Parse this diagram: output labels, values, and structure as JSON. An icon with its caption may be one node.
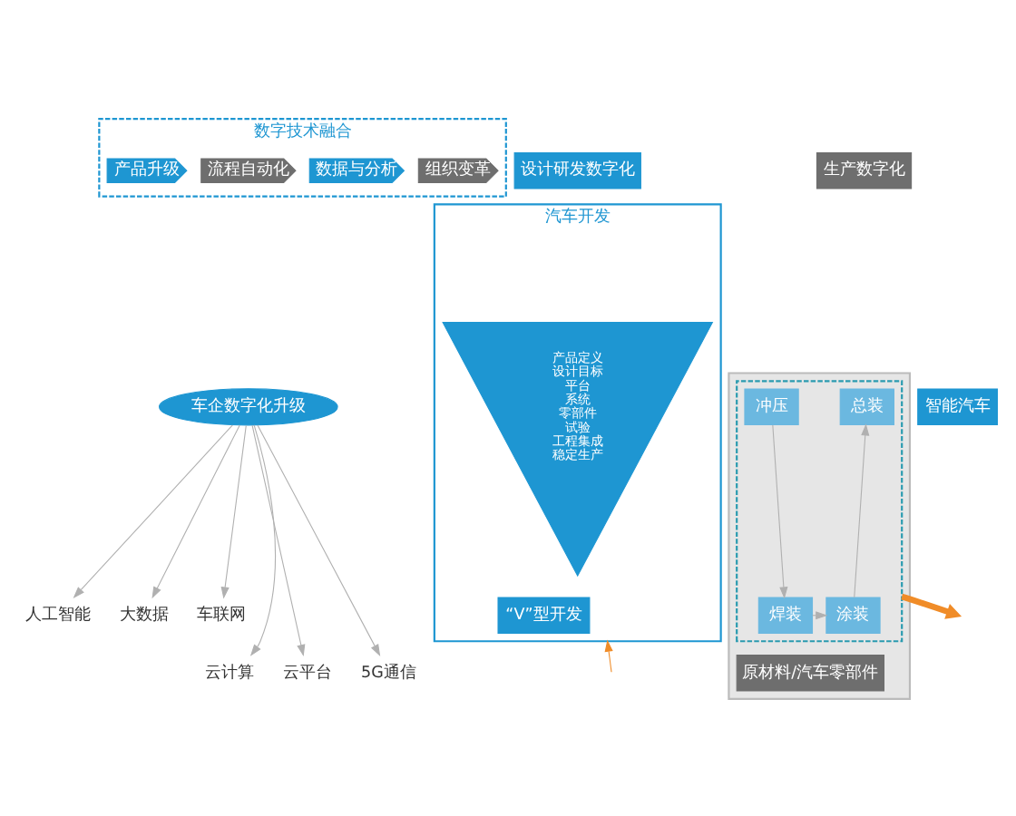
{
  "diagram": {
    "nodes": [
      {
        "text": [
          "数字技术融合"
        ]
      },
      {
        "text": [
          "产品升级"
        ],
        "in": 0
      },
      {
        "text": [
          "流程自动化"
        ],
        "in": 0
      },
      {
        "text": [
          "数据与分析"
        ],
        "in": 0
      },
      {
        "text": [
          "组织变革"
        ],
        "in": 0
      },
      {
        "text": [
          "车企数字化升级"
        ]
      },
      {
        "text": [
          "人工智能"
        ]
      },
      {
        "text": [
          "大数据"
        ]
      },
      {
        "text": [
          "车联网"
        ]
      },
      {
        "text": [
          "云计算"
        ]
      },
      {
        "text": [
          "云平台"
        ]
      },
      {
        "text": [
          "5G通信"
        ]
      },
      {
        "text": [
          "设计研发数字化"
        ]
      },
      {
        "text": [
          "生产数字化"
        ]
      },
      {
        "text": [
          "汽车开发"
        ]
      },
      {
        "text": [
          "产品定义",
          "设计目标",
          "平台",
          "系统",
          "零部件",
          "试验",
          "工程集成",
          "稳定生产"
        ],
        "in": 14
      },
      {
        "text": [
          "“V”型开发"
        ],
        "in": 14
      },
      {
        "text": [],
        "shape": "box"
      },
      {
        "text": [],
        "shape": "box",
        "in": 17
      },
      {
        "text": [
          "冲压"
        ],
        "in": 18
      },
      {
        "text": [
          "总装"
        ],
        "in": 18
      },
      {
        "text": [
          "焊装"
        ],
        "in": 18
      },
      {
        "text": [
          "涂装"
        ],
        "in": 18
      },
      {
        "text": [
          "原材料/汽车零部件"
        ],
        "in": 17
      },
      {
        "text": [
          "智能汽车"
        ]
      }
    ],
    "edges": [
      {
        "from": 5,
        "to": 6,
        "arrow": "to"
      },
      {
        "from": 5,
        "to": 7,
        "arrow": "to"
      },
      {
        "from": 5,
        "to": 8,
        "arrow": "to"
      },
      {
        "from": 5,
        "to": 9,
        "arrow": "to"
      },
      {
        "from": 5,
        "to": 10,
        "arrow": "to"
      },
      {
        "from": 5,
        "to": 11,
        "arrow": "to"
      },
      {
        "from": 19,
        "to": 21,
        "arrow": "to"
      },
      {
        "from": 21,
        "to": 22,
        "arrow": "to"
      },
      {
        "from": 22,
        "to": 20,
        "arrow": "to"
      },
      {
        "from": 18,
        "to": null,
        "arrow": "to",
        "style": "thick",
        "color": "#f08c28"
      },
      {
        "from": null,
        "to": 14,
        "arrow": "to",
        "color": "#f08c28"
      }
    ]
  }
}
